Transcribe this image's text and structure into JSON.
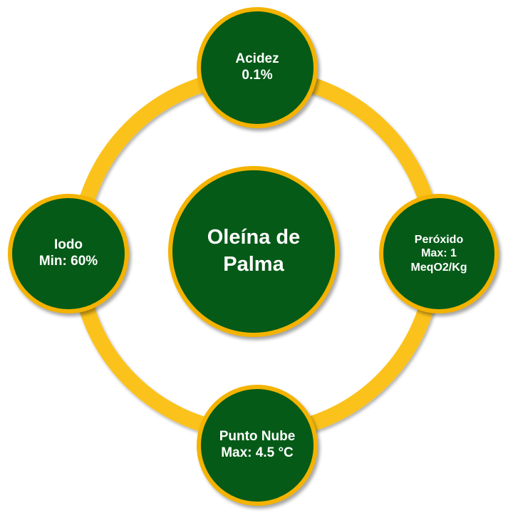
{
  "diagram": {
    "type": "cycle",
    "center": {
      "line1": "Oleína de",
      "line2": "Palma"
    },
    "nodes": [
      {
        "position": "top",
        "line1": "Acidez",
        "line2": "0.1%"
      },
      {
        "position": "right",
        "line1": "Peróxido",
        "line2": "Max: 1",
        "line3": "MeqO2/Kg"
      },
      {
        "position": "bottom",
        "line1": "Punto Nube",
        "line2": "Max: 4.5 °C"
      },
      {
        "position": "left",
        "line1": "Iodo",
        "line2": "Min: 60%"
      }
    ],
    "colors": {
      "node_fill": "#055a17",
      "node_border": "#f4b300",
      "ring": "#fbc21a",
      "text": "#ffffff"
    }
  }
}
